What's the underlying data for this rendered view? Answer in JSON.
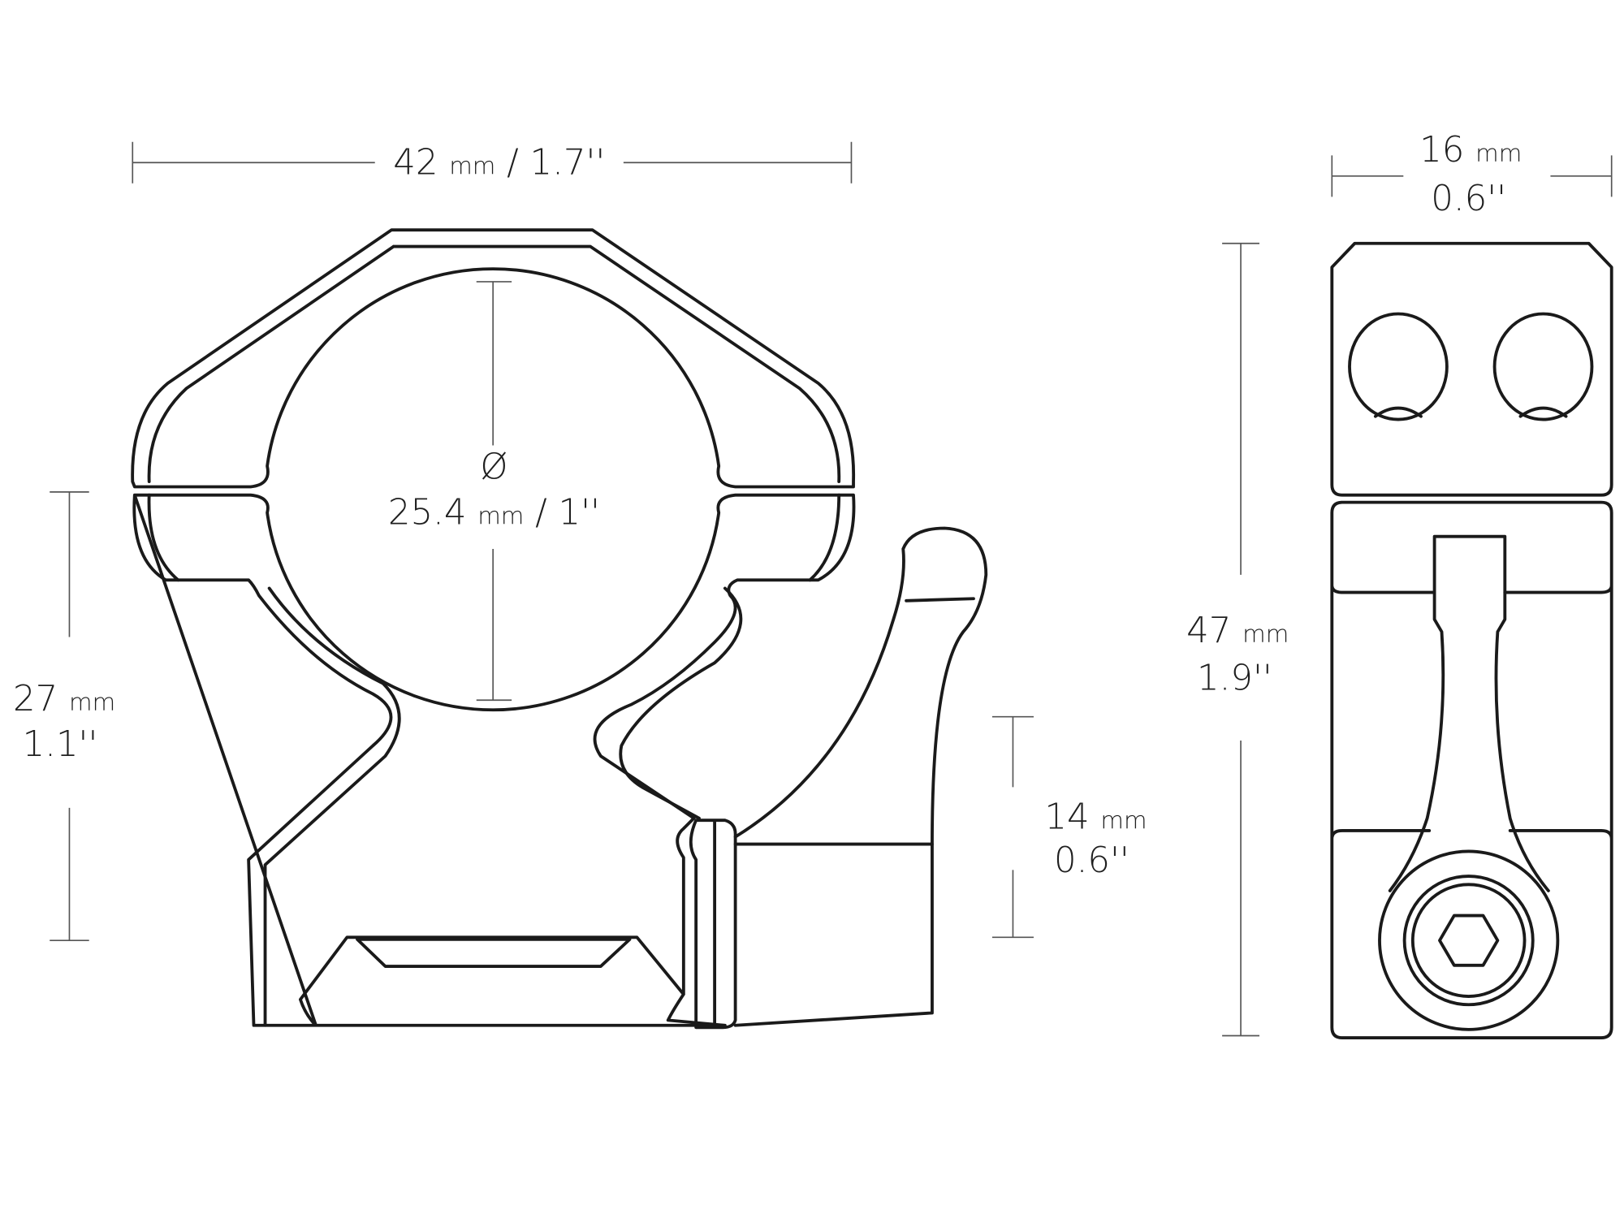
{
  "front_view": {
    "width_dim": {
      "value": "42",
      "unit": "mm",
      "sep": " / ",
      "inch": "1.7''"
    },
    "diameter_dim": {
      "symbol": "Ø",
      "value": "25.4",
      "unit": "mm",
      "sep": " / ",
      "inch": "1''"
    },
    "height_dim": {
      "value": "27",
      "unit": "mm",
      "inch": "1.1''"
    },
    "clamp_dim": {
      "value": "14",
      "unit": "mm",
      "inch": "0.6''"
    }
  },
  "side_view": {
    "width_dim": {
      "value": "16",
      "unit": "mm",
      "inch": "0.6''"
    },
    "height_dim": {
      "value": "47",
      "unit": "mm",
      "inch": "1.9''"
    }
  },
  "colors": {
    "line": "#1a1a1a",
    "dimension": "#555555",
    "background": "#ffffff"
  }
}
